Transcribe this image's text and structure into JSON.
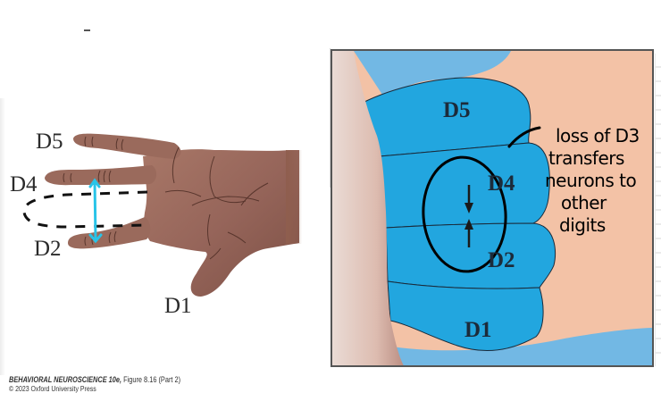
{
  "hand_figure": {
    "labels": {
      "d5": "D5",
      "d4": "D4",
      "d2": "D2",
      "d1": "D1"
    },
    "missing_digit_outline": "dashed",
    "arrow_color": "#29c4e8",
    "skin_color": "#8f5e4e"
  },
  "cortical_map": {
    "labels": {
      "d5": "D5",
      "d4": "D4",
      "d2": "D2",
      "d1": "D1"
    },
    "colors": {
      "region_fill": "#22a6df",
      "outer_light_blue": "#72b8e4",
      "background_tissue": "#f3c2a6",
      "left_tissue": "#d9b4a8",
      "border": "#555555"
    }
  },
  "annotation": {
    "lines": [
      "loss of D3",
      "transfers",
      "neurons to",
      "other",
      "digits"
    ]
  },
  "caption": {
    "book_title": "BEHAVIORAL NEUROSCIENCE 10e,",
    "figure": " Figure 8.16 (Part 2)",
    "copyright": "© 2023 Oxford University Press"
  }
}
